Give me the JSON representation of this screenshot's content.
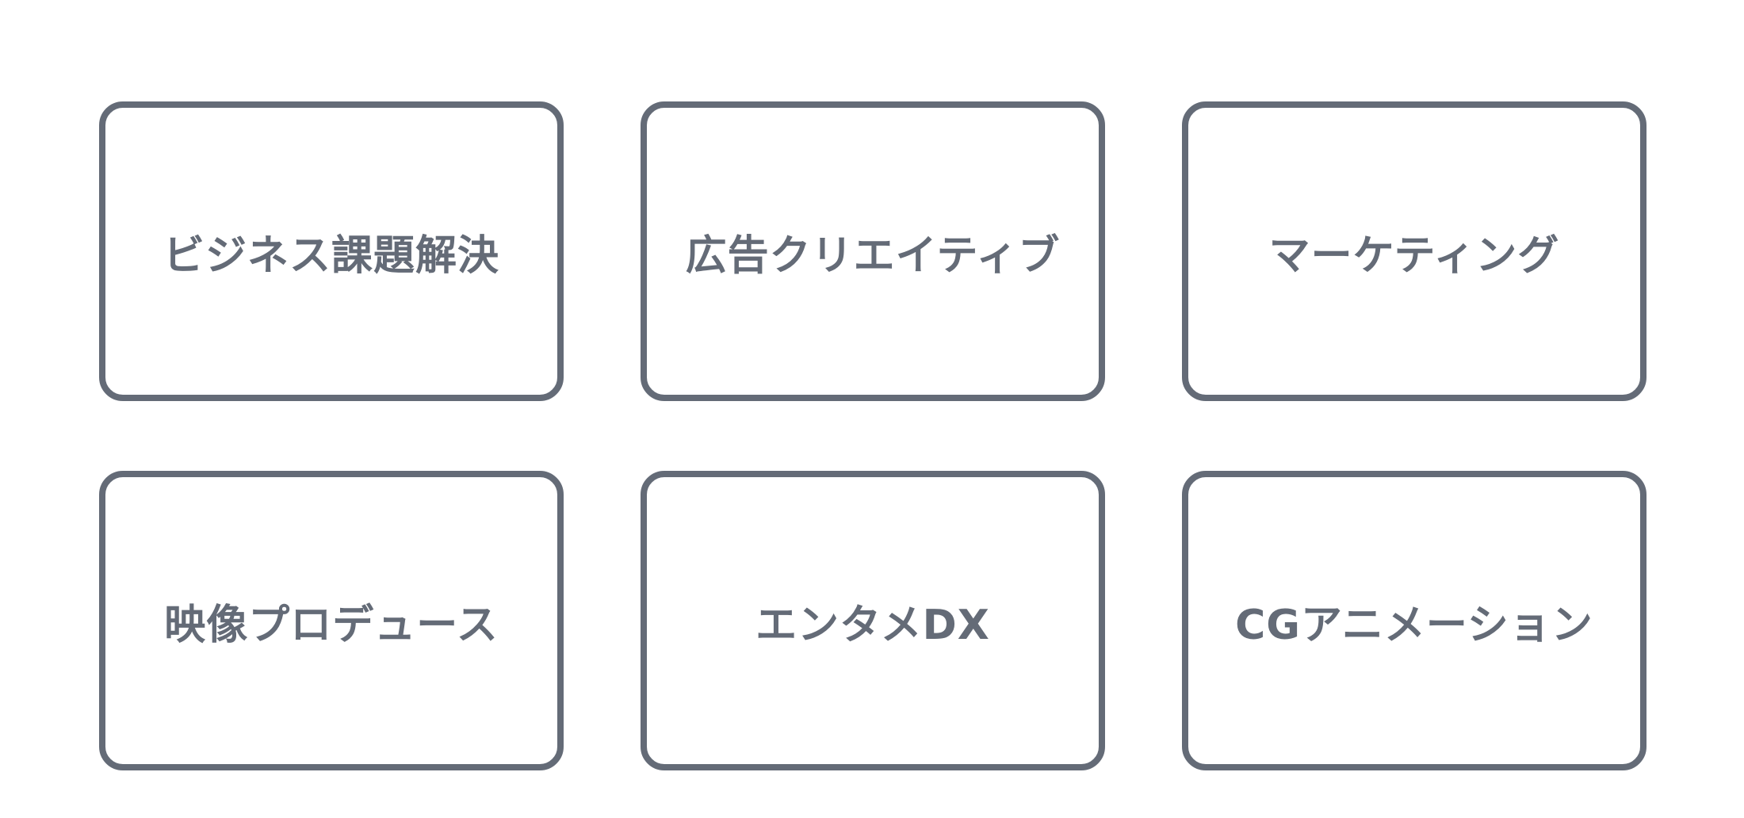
{
  "colors": {
    "border": "#646b77",
    "text": "#646b77",
    "background": "#ffffff"
  },
  "cards": [
    {
      "label": "ビジネス課題解決"
    },
    {
      "label": "広告クリエイティブ"
    },
    {
      "label": "マーケティング"
    },
    {
      "label": "映像プロデュース"
    },
    {
      "label": "エンタメDX"
    },
    {
      "label": "CGアニメーション"
    }
  ]
}
